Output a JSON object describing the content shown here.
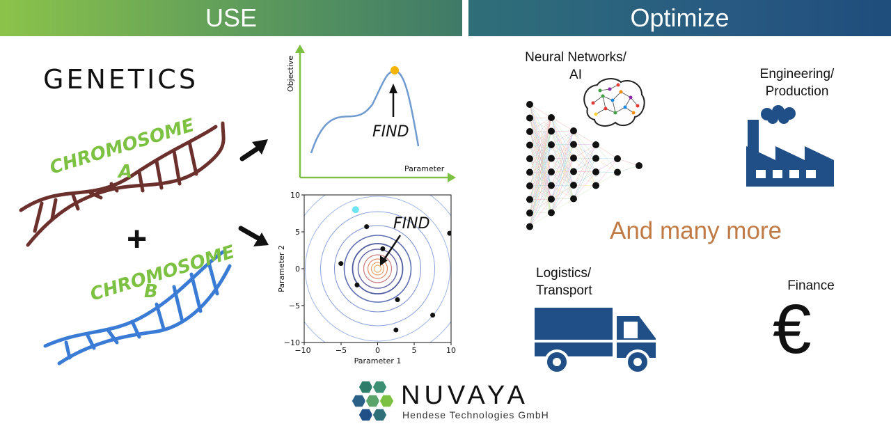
{
  "banners": {
    "use": "USE",
    "optimize": "Optimize"
  },
  "genetics": {
    "title": "GENETICS",
    "chromosome_a": "CHROMOSOME",
    "letter_a": "A",
    "plus": "+",
    "chromosome_b": "CHROMOSOME",
    "letter_b": "B"
  },
  "plot_objective": {
    "ylabel": "Objective",
    "xlabel": "Parameter",
    "annotation": "FIND"
  },
  "plot_contour": {
    "xlabel": "Parameter 1",
    "ylabel": "Parameter 2",
    "annotation": "FIND",
    "xticks": [
      "−10",
      "−5",
      "0",
      "5",
      "10"
    ],
    "yticks": [
      "10",
      "5",
      "0",
      "−5",
      "−10"
    ]
  },
  "chart_data": {
    "type": "scatter",
    "xlabel": "Parameter 1",
    "ylabel": "Parameter 2",
    "xlim": [
      -10,
      10
    ],
    "ylim": [
      -10,
      10
    ],
    "points": [
      {
        "x": -3,
        "y": 8,
        "color": "#6fe3f0"
      },
      {
        "x": -1.5,
        "y": 5.7,
        "color": "#111111"
      },
      {
        "x": 0.7,
        "y": 2.7,
        "color": "#111111"
      },
      {
        "x": -5,
        "y": 0.7,
        "color": "#111111"
      },
      {
        "x": -2.8,
        "y": -2.2,
        "color": "#111111"
      },
      {
        "x": 2.7,
        "y": -4.2,
        "color": "#111111"
      },
      {
        "x": 7.5,
        "y": -6.3,
        "color": "#111111"
      },
      {
        "x": 2.5,
        "y": -8.3,
        "color": "#111111"
      },
      {
        "x": 9.8,
        "y": 4.8,
        "color": "#111111"
      }
    ]
  },
  "optimize": {
    "neural": "Neural Networks/\nAI",
    "engineering": "Engineering/\nProduction",
    "many_more": "And many more",
    "logistics": "Logistics/\nTransport",
    "finance": "Finance",
    "euro_symbol": "€"
  },
  "logo": {
    "name": "NUVAYA",
    "subtitle": "Hendese Technologies GmbH"
  },
  "colors": {
    "accent_green": "#7cc142",
    "brown": "#6b2f2c",
    "blue": "#3a7bd5",
    "navy": "#1f4f86",
    "orange": "#c07a45"
  }
}
